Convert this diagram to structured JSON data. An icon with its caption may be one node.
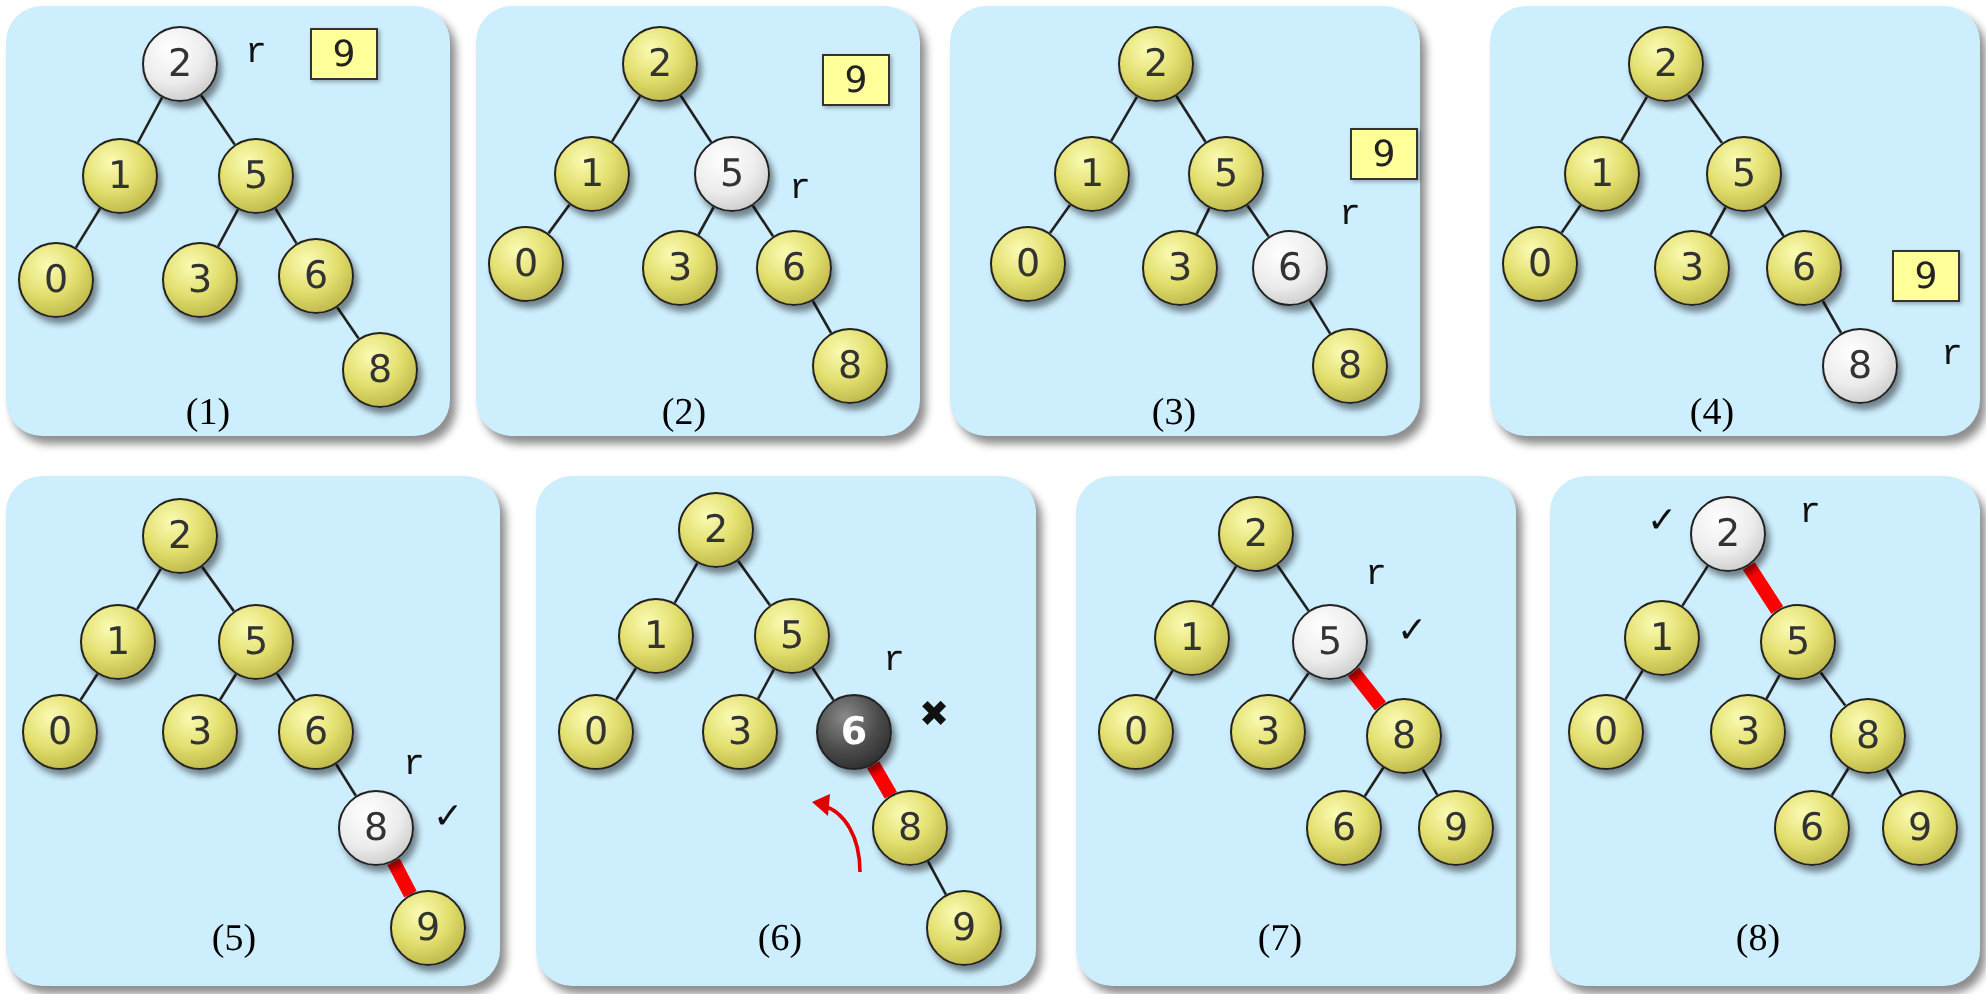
{
  "diagram": {
    "nodes": [
      {
        "text": [
          "(1)"
        ]
      },
      {
        "text": [
          "2"
        ],
        "in": 0,
        "beside": [
          "r"
        ]
      },
      {
        "text": [
          "1"
        ],
        "in": 0
      },
      {
        "text": [
          "5"
        ],
        "in": 0
      },
      {
        "text": [
          "0"
        ],
        "in": 0
      },
      {
        "text": [
          "3"
        ],
        "in": 0
      },
      {
        "text": [
          "6"
        ],
        "in": 0
      },
      {
        "text": [
          "8"
        ],
        "in": 0
      },
      {
        "text": [
          "9"
        ],
        "in": 0
      },
      {
        "text": [
          "(2)"
        ]
      },
      {
        "text": [
          "2"
        ],
        "in": 9
      },
      {
        "text": [
          "1"
        ],
        "in": 9
      },
      {
        "text": [
          "5"
        ],
        "in": 9,
        "beside": [
          "r"
        ]
      },
      {
        "text": [
          "0"
        ],
        "in": 9
      },
      {
        "text": [
          "3"
        ],
        "in": 9
      },
      {
        "text": [
          "6"
        ],
        "in": 9
      },
      {
        "text": [
          "8"
        ],
        "in": 9
      },
      {
        "text": [
          "9"
        ],
        "in": 9
      },
      {
        "text": [
          "(3)"
        ]
      },
      {
        "text": [
          "2"
        ],
        "in": 18
      },
      {
        "text": [
          "1"
        ],
        "in": 18
      },
      {
        "text": [
          "5"
        ],
        "in": 18
      },
      {
        "text": [
          "0"
        ],
        "in": 18
      },
      {
        "text": [
          "3"
        ],
        "in": 18
      },
      {
        "text": [
          "6"
        ],
        "in": 18,
        "beside": [
          "r"
        ]
      },
      {
        "text": [
          "8"
        ],
        "in": 18
      },
      {
        "text": [
          "9"
        ],
        "in": 18
      },
      {
        "text": [
          "(4)"
        ]
      },
      {
        "text": [
          "2"
        ],
        "in": 27
      },
      {
        "text": [
          "1"
        ],
        "in": 27
      },
      {
        "text": [
          "5"
        ],
        "in": 27
      },
      {
        "text": [
          "0"
        ],
        "in": 27
      },
      {
        "text": [
          "3"
        ],
        "in": 27
      },
      {
        "text": [
          "6"
        ],
        "in": 27
      },
      {
        "text": [
          "8"
        ],
        "in": 27,
        "beside": [
          "r"
        ]
      },
      {
        "text": [
          "9"
        ],
        "in": 27
      },
      {
        "text": [
          "(5)"
        ]
      },
      {
        "text": [
          "2"
        ],
        "in": 36
      },
      {
        "text": [
          "1"
        ],
        "in": 36
      },
      {
        "text": [
          "5"
        ],
        "in": 36
      },
      {
        "text": [
          "0"
        ],
        "in": 36
      },
      {
        "text": [
          "3"
        ],
        "in": 36
      },
      {
        "text": [
          "6"
        ],
        "in": 36
      },
      {
        "text": [
          "8"
        ],
        "in": 36,
        "beside": [
          "r",
          "✓"
        ]
      },
      {
        "text": [
          "9"
        ],
        "in": 36
      },
      {
        "text": [
          "(6)"
        ]
      },
      {
        "text": [
          "2"
        ],
        "in": 45
      },
      {
        "text": [
          "1"
        ],
        "in": 45
      },
      {
        "text": [
          "5"
        ],
        "in": 45
      },
      {
        "text": [
          "0"
        ],
        "in": 45
      },
      {
        "text": [
          "3"
        ],
        "in": 45
      },
      {
        "text": [
          "6"
        ],
        "in": 45,
        "beside": [
          "r",
          "✖"
        ]
      },
      {
        "text": [
          "8"
        ],
        "in": 45
      },
      {
        "text": [
          "9"
        ],
        "in": 45
      },
      {
        "text": [
          "(7)"
        ]
      },
      {
        "text": [
          "2"
        ],
        "in": 54
      },
      {
        "text": [
          "1"
        ],
        "in": 54
      },
      {
        "text": [
          "5"
        ],
        "in": 54,
        "beside": [
          "r",
          "✓"
        ]
      },
      {
        "text": [
          "0"
        ],
        "in": 54
      },
      {
        "text": [
          "3"
        ],
        "in": 54
      },
      {
        "text": [
          "8"
        ],
        "in": 54
      },
      {
        "text": [
          "6"
        ],
        "in": 54
      },
      {
        "text": [
          "9"
        ],
        "in": 54
      },
      {
        "text": [
          "(8)"
        ]
      },
      {
        "text": [
          "2"
        ],
        "in": 63,
        "beside": [
          "✓",
          "r"
        ]
      },
      {
        "text": [
          "1"
        ],
        "in": 63
      },
      {
        "text": [
          "5"
        ],
        "in": 63
      },
      {
        "text": [
          "0"
        ],
        "in": 63
      },
      {
        "text": [
          "3"
        ],
        "in": 63
      },
      {
        "text": [
          "8"
        ],
        "in": 63
      },
      {
        "text": [
          "6"
        ],
        "in": 63
      },
      {
        "text": [
          "9"
        ],
        "in": 63
      }
    ],
    "edges": [
      {
        "from": 1,
        "to": 2,
        "arrow": "none"
      },
      {
        "from": 1,
        "to": 3,
        "arrow": "none"
      },
      {
        "from": 2,
        "to": 4,
        "arrow": "none"
      },
      {
        "from": 3,
        "to": 5,
        "arrow": "none"
      },
      {
        "from": 3,
        "to": 6,
        "arrow": "none"
      },
      {
        "from": 6,
        "to": 7,
        "arrow": "none"
      },
      {
        "from": 10,
        "to": 11,
        "arrow": "none"
      },
      {
        "from": 10,
        "to": 12,
        "arrow": "none"
      },
      {
        "from": 11,
        "to": 13,
        "arrow": "none"
      },
      {
        "from": 12,
        "to": 14,
        "arrow": "none"
      },
      {
        "from": 12,
        "to": 15,
        "arrow": "none"
      },
      {
        "from": 15,
        "to": 16,
        "arrow": "none"
      },
      {
        "from": 19,
        "to": 20,
        "arrow": "none"
      },
      {
        "from": 19,
        "to": 21,
        "arrow": "none"
      },
      {
        "from": 20,
        "to": 22,
        "arrow": "none"
      },
      {
        "from": 21,
        "to": 23,
        "arrow": "none"
      },
      {
        "from": 21,
        "to": 24,
        "arrow": "none"
      },
      {
        "from": 24,
        "to": 25,
        "arrow": "none"
      },
      {
        "from": 28,
        "to": 29,
        "arrow": "none"
      },
      {
        "from": 28,
        "to": 30,
        "arrow": "none"
      },
      {
        "from": 29,
        "to": 31,
        "arrow": "none"
      },
      {
        "from": 30,
        "to": 32,
        "arrow": "none"
      },
      {
        "from": 30,
        "to": 33,
        "arrow": "none"
      },
      {
        "from": 33,
        "to": 34,
        "arrow": "none"
      },
      {
        "from": 37,
        "to": 38,
        "arrow": "none"
      },
      {
        "from": 37,
        "to": 39,
        "arrow": "none"
      },
      {
        "from": 38,
        "to": 40,
        "arrow": "none"
      },
      {
        "from": 39,
        "to": 41,
        "arrow": "none"
      },
      {
        "from": 39,
        "to": 42,
        "arrow": "none"
      },
      {
        "from": 42,
        "to": 43,
        "arrow": "none"
      },
      {
        "from": 43,
        "to": 44,
        "arrow": "none",
        "style": "thick",
        "color": "#ff0000"
      },
      {
        "from": 46,
        "to": 47,
        "arrow": "none"
      },
      {
        "from": 46,
        "to": 48,
        "arrow": "none"
      },
      {
        "from": 47,
        "to": 49,
        "arrow": "none"
      },
      {
        "from": 48,
        "to": 50,
        "arrow": "none"
      },
      {
        "from": 48,
        "to": 51,
        "arrow": "none"
      },
      {
        "from": 51,
        "to": 52,
        "arrow": "none",
        "style": "thick",
        "color": "#ff0000"
      },
      {
        "from": 52,
        "to": 53,
        "arrow": "none"
      },
      {
        "from": 55,
        "to": 56,
        "arrow": "none"
      },
      {
        "from": 55,
        "to": 57,
        "arrow": "none"
      },
      {
        "from": 56,
        "to": 58,
        "arrow": "none"
      },
      {
        "from": 57,
        "to": 59,
        "arrow": "none"
      },
      {
        "from": 57,
        "to": 60,
        "arrow": "none",
        "style": "thick",
        "color": "#ff0000"
      },
      {
        "from": 60,
        "to": 61,
        "arrow": "none"
      },
      {
        "from": 60,
        "to": 62,
        "arrow": "none"
      },
      {
        "from": 64,
        "to": 65,
        "arrow": "none"
      },
      {
        "from": 64,
        "to": 66,
        "arrow": "none",
        "style": "thick",
        "color": "#ff0000"
      },
      {
        "from": 65,
        "to": 67,
        "arrow": "none"
      },
      {
        "from": 66,
        "to": 68,
        "arrow": "none"
      },
      {
        "from": 66,
        "to": 69,
        "arrow": "none"
      },
      {
        "from": 69,
        "to": 70,
        "arrow": "none"
      },
      {
        "from": 69,
        "to": 71,
        "arrow": "none"
      }
    ]
  }
}
